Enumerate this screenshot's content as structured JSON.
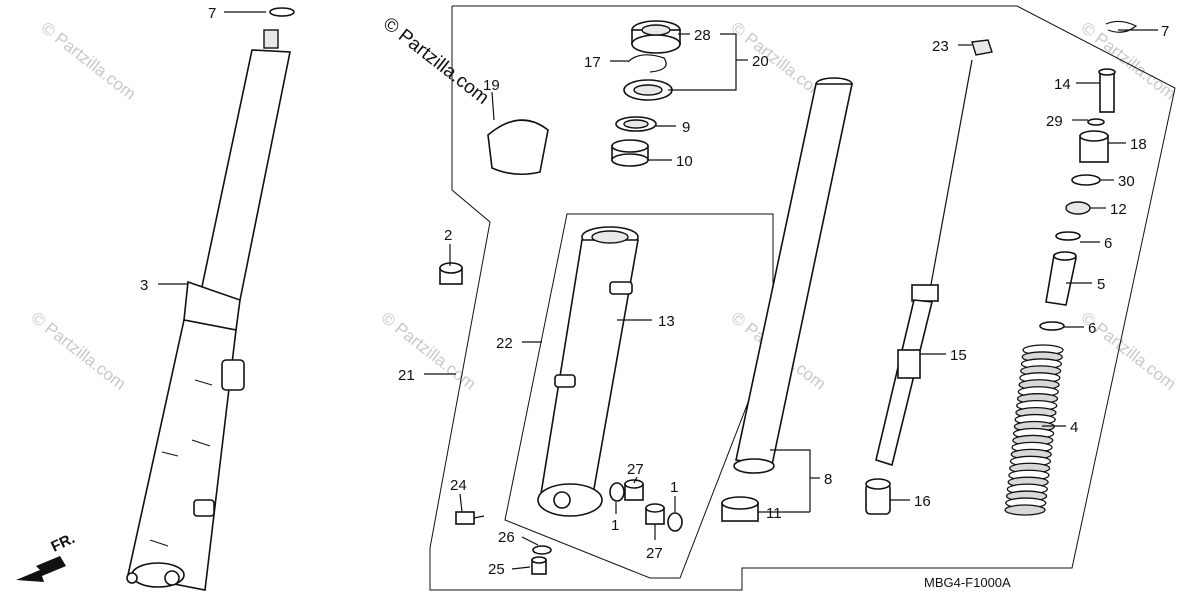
{
  "copyright": "© Partzilla.com",
  "watermark": "© Partzilla.com",
  "diagram_code": "MBG4-F1000A",
  "direction_label": "FR.",
  "callouts": {
    "c7a": "7",
    "c7b": "7",
    "c3": "3",
    "c2": "2",
    "c21": "21",
    "c22": "22",
    "c13": "13",
    "c19": "19",
    "c28": "28",
    "c17": "17",
    "c20": "20",
    "c9": "9",
    "c10": "10",
    "c23": "23",
    "c14": "14",
    "c29": "29",
    "c18": "18",
    "c30": "30",
    "c12": "12",
    "c6a": "6",
    "c6b": "6",
    "c5": "5",
    "c4": "4",
    "c15": "15",
    "c8": "8",
    "c11": "11",
    "c16": "16",
    "c24": "24",
    "c26": "26",
    "c25": "25",
    "c27a": "27",
    "c27b": "27",
    "c1a": "1",
    "c1b": "1"
  }
}
